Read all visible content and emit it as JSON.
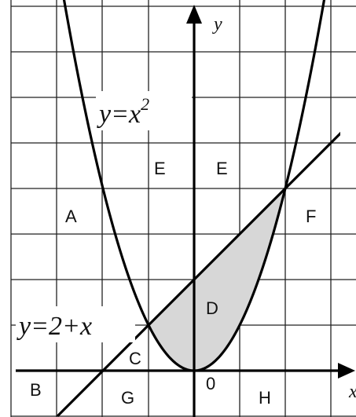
{
  "figure": {
    "curve_label": "y=x",
    "curve_exponent": "2",
    "line_label": "y=2+x",
    "y_axis_label": "y",
    "x_axis_label": "x",
    "origin_label": "0",
    "region_labels": {
      "A": "A",
      "B": "B",
      "C": "C",
      "D": "D",
      "E_left": "E",
      "E_right": "E",
      "F": "F",
      "G": "G",
      "H": "H"
    }
  },
  "chart_data": {
    "type": "diagram",
    "functions": [
      {
        "expression": "y=x^2"
      },
      {
        "expression": "y=2+x"
      }
    ],
    "intersections": [
      [
        -1,
        1
      ],
      [
        2,
        4
      ]
    ],
    "shaded_region": {
      "between": [
        "y=2+x",
        "y=x^2"
      ],
      "x_range": [
        -1,
        2
      ]
    },
    "x_range": [
      -4,
      3.5
    ],
    "y_range": [
      -1,
      8
    ],
    "grid": true
  }
}
